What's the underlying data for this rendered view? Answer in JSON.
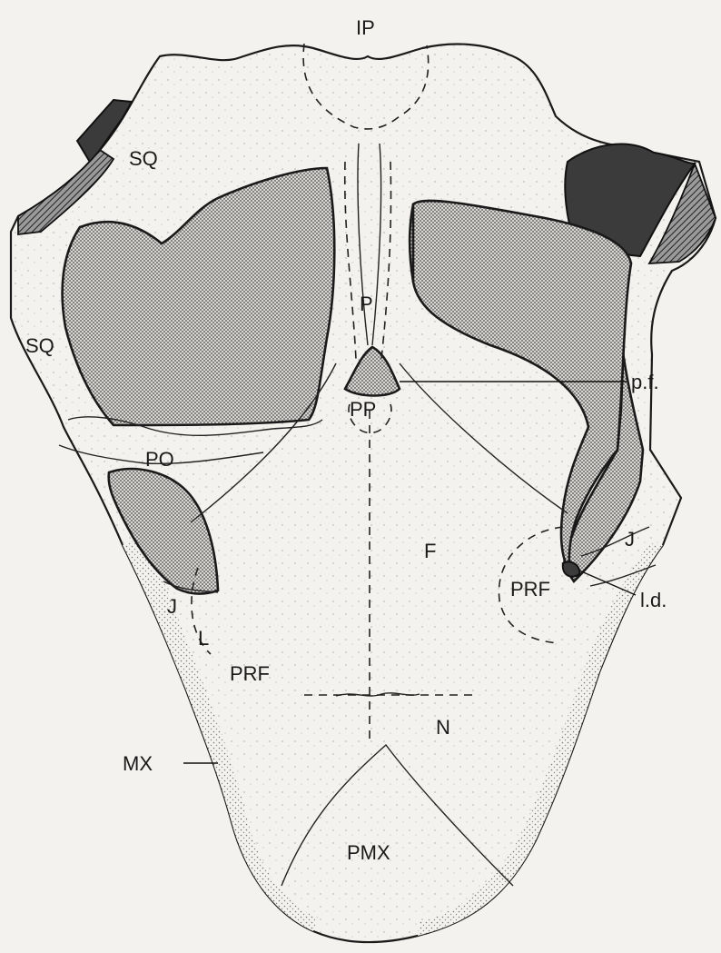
{
  "labels": {
    "ip": "IP",
    "sq_upper": "SQ",
    "sq_lower": "SQ",
    "p": "P",
    "pf": "p.f.",
    "pp": "PP",
    "po": "PO",
    "f": "F",
    "j_left": "J",
    "j_right": "J",
    "l": "L",
    "ld": "l.d.",
    "prf_left": "PRF",
    "prf_right": "PRF",
    "n": "N",
    "mx": "MX",
    "pmx": "PMX"
  },
  "colors": {
    "line": "#1a1a1a",
    "paper": "#f4f2ee",
    "fenestra": "#6e6e6e",
    "dark_bone": "#3b3b3b"
  }
}
